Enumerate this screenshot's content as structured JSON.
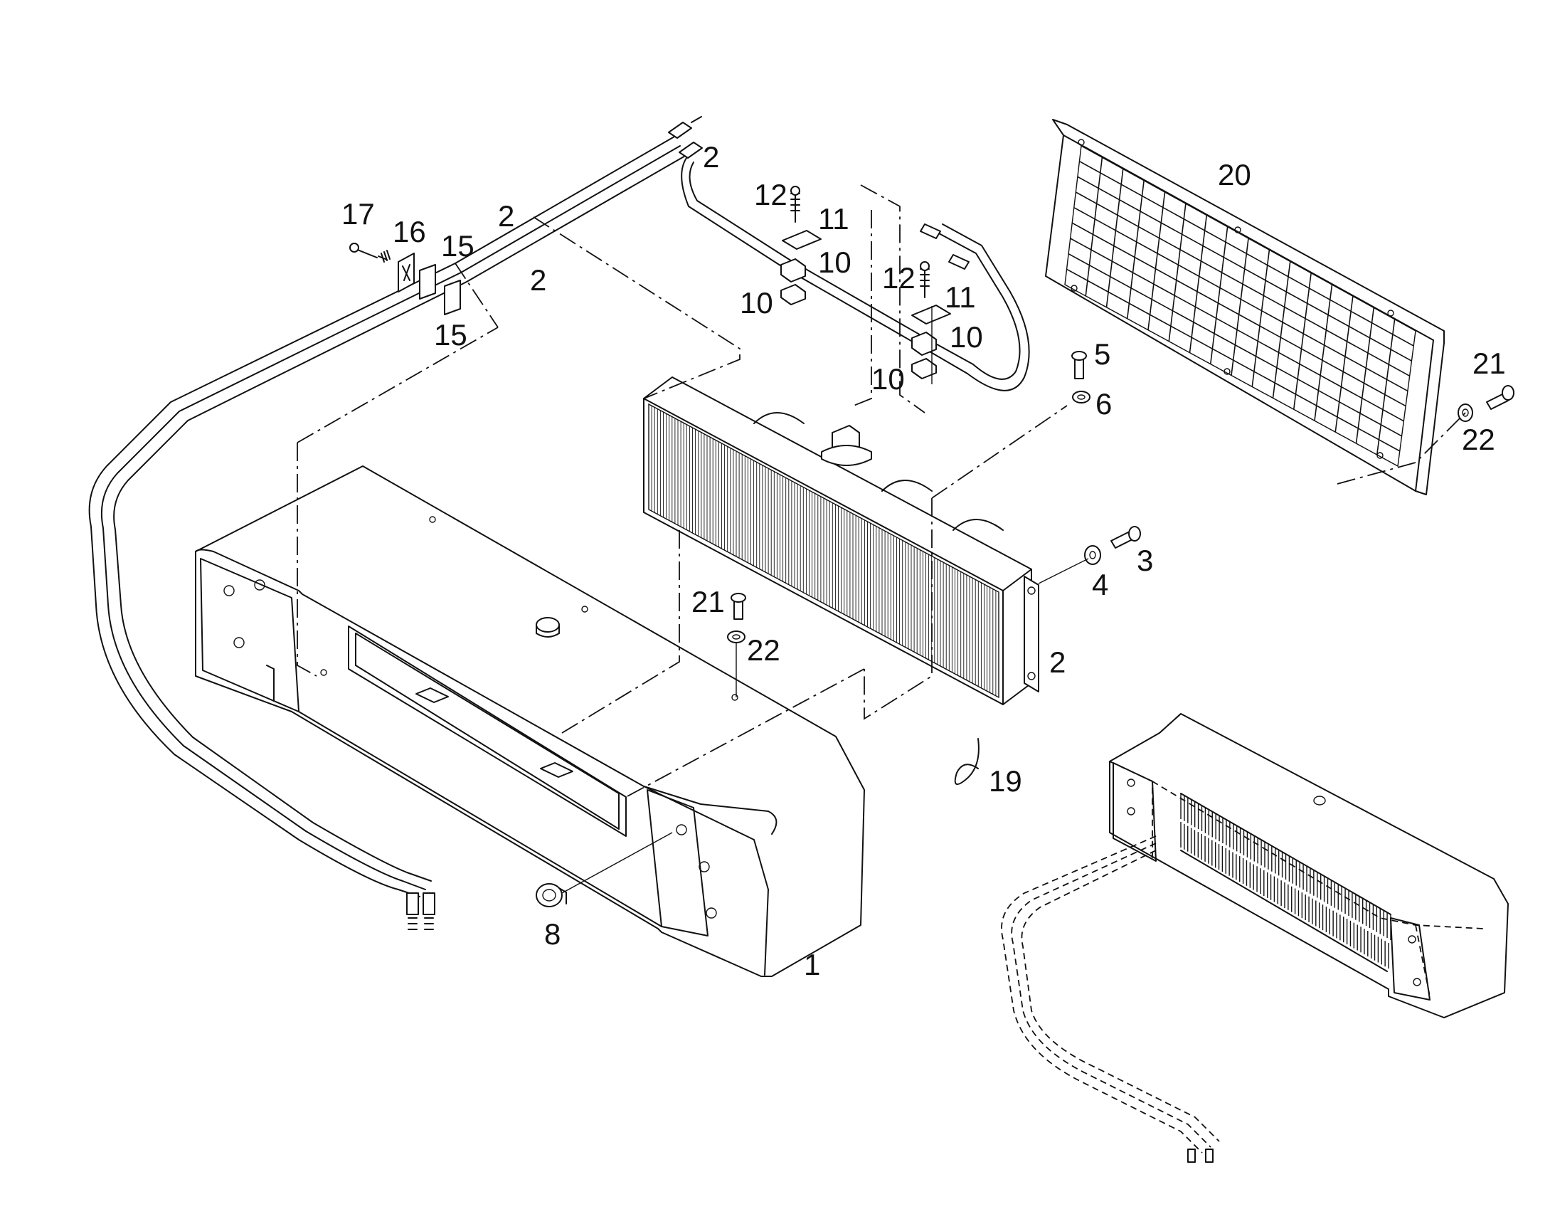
{
  "callouts": {
    "housing": "1",
    "heat_exchanger": "2",
    "hose_top_right": "2",
    "hose_top_a": "2",
    "hose_top_b": "2",
    "bolt_3": "3",
    "washer_4": "4",
    "bolt_5": "5",
    "washer_6": "6",
    "grommet_8": "8",
    "clamp_10_a": "10",
    "clamp_10_b": "10",
    "clamp_10_c": "10",
    "clamp_10_d": "10",
    "plate_11_a": "11",
    "plate_11_b": "11",
    "bolt_12_a": "12",
    "bolt_12_b": "12",
    "clamp_15_a": "15",
    "clamp_15_b": "15",
    "plate_16": "16",
    "bolt_17": "17",
    "cable_tie_19": "19",
    "grille_20": "20",
    "bolt_21_center": "21",
    "washer_22_center": "22",
    "bolt_21_right": "21",
    "washer_22_right": "22"
  }
}
